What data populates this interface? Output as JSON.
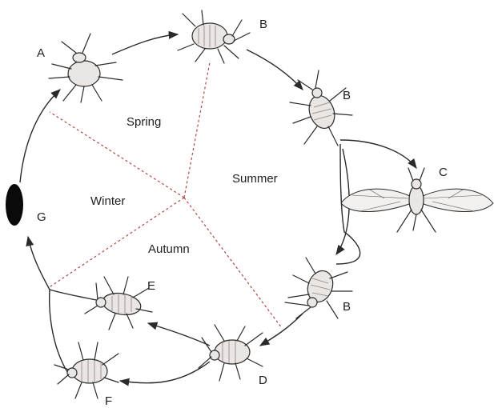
{
  "seasons": {
    "spring": "Spring",
    "summer": "Summer",
    "autumn": "Autumn",
    "winter": "Winter"
  },
  "stages": {
    "a": "A",
    "b_top": "B",
    "b_upper_right": "B",
    "c": "C",
    "b_lower_right": "B",
    "d": "D",
    "e": "E",
    "f": "F",
    "g": "G"
  },
  "colors": {
    "divider": "#b04848",
    "ink": "#2a2a2a",
    "egg": "#0a0a0a"
  }
}
